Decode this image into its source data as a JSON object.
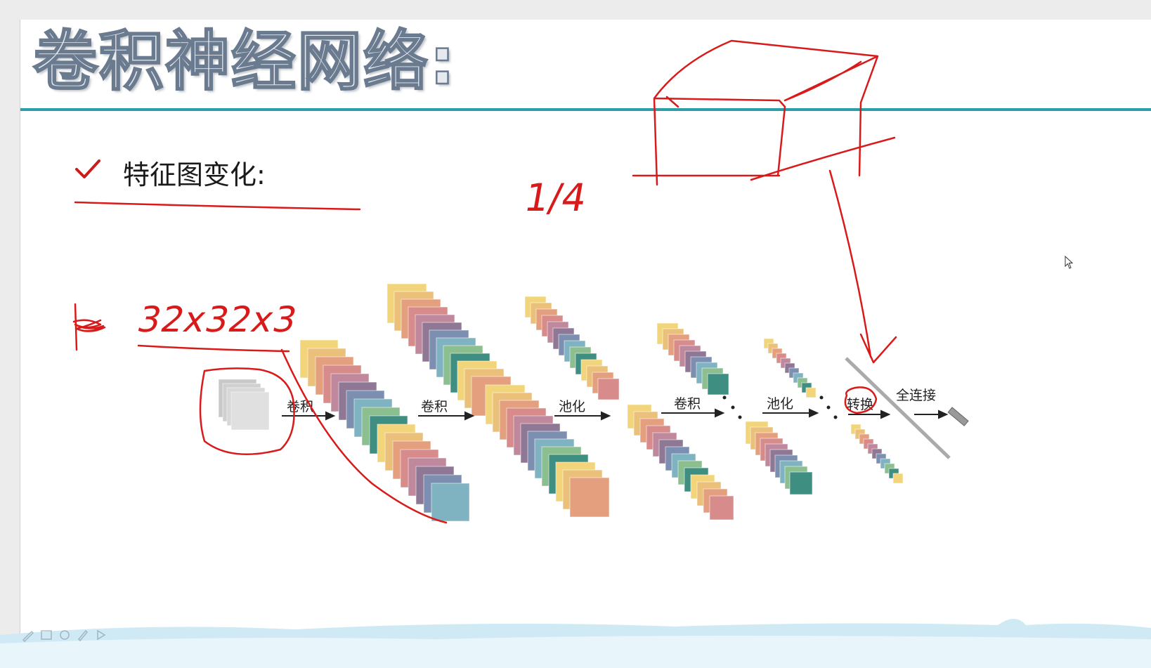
{
  "slide": {
    "title": "卷积神经网络:",
    "bullet": "特征图变化:"
  },
  "diagram": {
    "labels": {
      "conv1": "卷积",
      "conv2": "卷积",
      "pool1": "池化",
      "conv3": "卷积",
      "pool2": "池化",
      "flatten": "转换",
      "fc": "全连接"
    },
    "layer_colors": [
      "#f2d57a",
      "#eac07a",
      "#e4a07e",
      "#d88b8b",
      "#c0889c",
      "#8f7896",
      "#7d8fb0",
      "#7fb3c2",
      "#8cbf8f",
      "#3e8e82"
    ]
  },
  "annotations": {
    "input_size": "32x32x3",
    "fraction": "1/4"
  },
  "colors": {
    "title_rule": "#2a9fa6",
    "ink": "#d91a1a",
    "title_fill": "#e6e9ee",
    "title_stroke": "#6b7b8f"
  },
  "icons": {
    "bullet": "check-icon",
    "cursor": "mouse-pointer-icon",
    "toolbar": [
      "pen-icon",
      "slide-icon",
      "eraser-icon",
      "marker-icon",
      "arrow-icon"
    ]
  }
}
